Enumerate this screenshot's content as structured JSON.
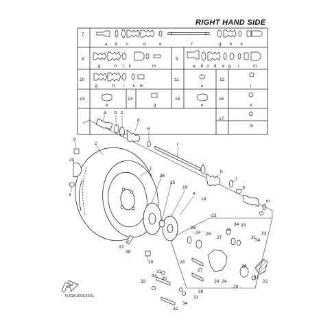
{
  "header": {
    "title": "RIGHT HAND SIDE"
  },
  "footer": {
    "code": "5UGB100E3601"
  },
  "fwd_label": "FWD",
  "table": {
    "rows": [
      {
        "id": "r7",
        "no": "7",
        "letters": [
          "a",
          "b",
          "c",
          "d",
          "e",
          "f",
          "g",
          "h",
          "k"
        ]
      },
      {
        "id": "r8",
        "no": "8",
        "letters": [
          "g",
          "h",
          "i",
          "k",
          "m"
        ]
      },
      {
        "id": "r9",
        "no": "9",
        "letters": [
          "a",
          "b",
          "c",
          "d",
          "e",
          "g",
          "i",
          "m"
        ]
      },
      {
        "id": "r10",
        "no": "10",
        "letters": [
          "g",
          "h",
          "i",
          "k",
          "m"
        ]
      },
      {
        "id": "r11",
        "no": "11",
        "letters": [
          "e"
        ]
      },
      {
        "id": "r12",
        "no": "12",
        "letters": [
          "i"
        ]
      },
      {
        "id": "r13",
        "no": "13",
        "letters": [
          "e"
        ]
      },
      {
        "id": "r14",
        "no": "14",
        "letters": [
          "g"
        ]
      },
      {
        "id": "r15",
        "no": "15",
        "letters": [
          "e"
        ]
      },
      {
        "id": "r16",
        "no": "16",
        "letters": [
          "e"
        ]
      },
      {
        "id": "r17",
        "no": "17",
        "letters": [
          "m"
        ]
      }
    ]
  },
  "callouts": {
    "a": "a",
    "b": "b",
    "c": "c",
    "d": "d",
    "e": "e",
    "f": "f",
    "h": "h",
    "i": "i",
    "k": "k",
    "m": "m",
    "n1": "1",
    "n2": "2",
    "n3": "3",
    "n4": "4",
    "n6": "6",
    "n18": "18",
    "n19": "19",
    "n20": "20",
    "n21": "21",
    "n22": "22",
    "n23": "23",
    "n24": "24",
    "n25": "25",
    "n26": "26",
    "n27": "27",
    "n28": "28",
    "n29": "29",
    "n30": "30",
    "n31": "31",
    "n32": "32",
    "n33": "33",
    "n34": "34",
    "n35": "35",
    "n36": "36",
    "n37": "37",
    "n38": "38",
    "n39": "39"
  }
}
